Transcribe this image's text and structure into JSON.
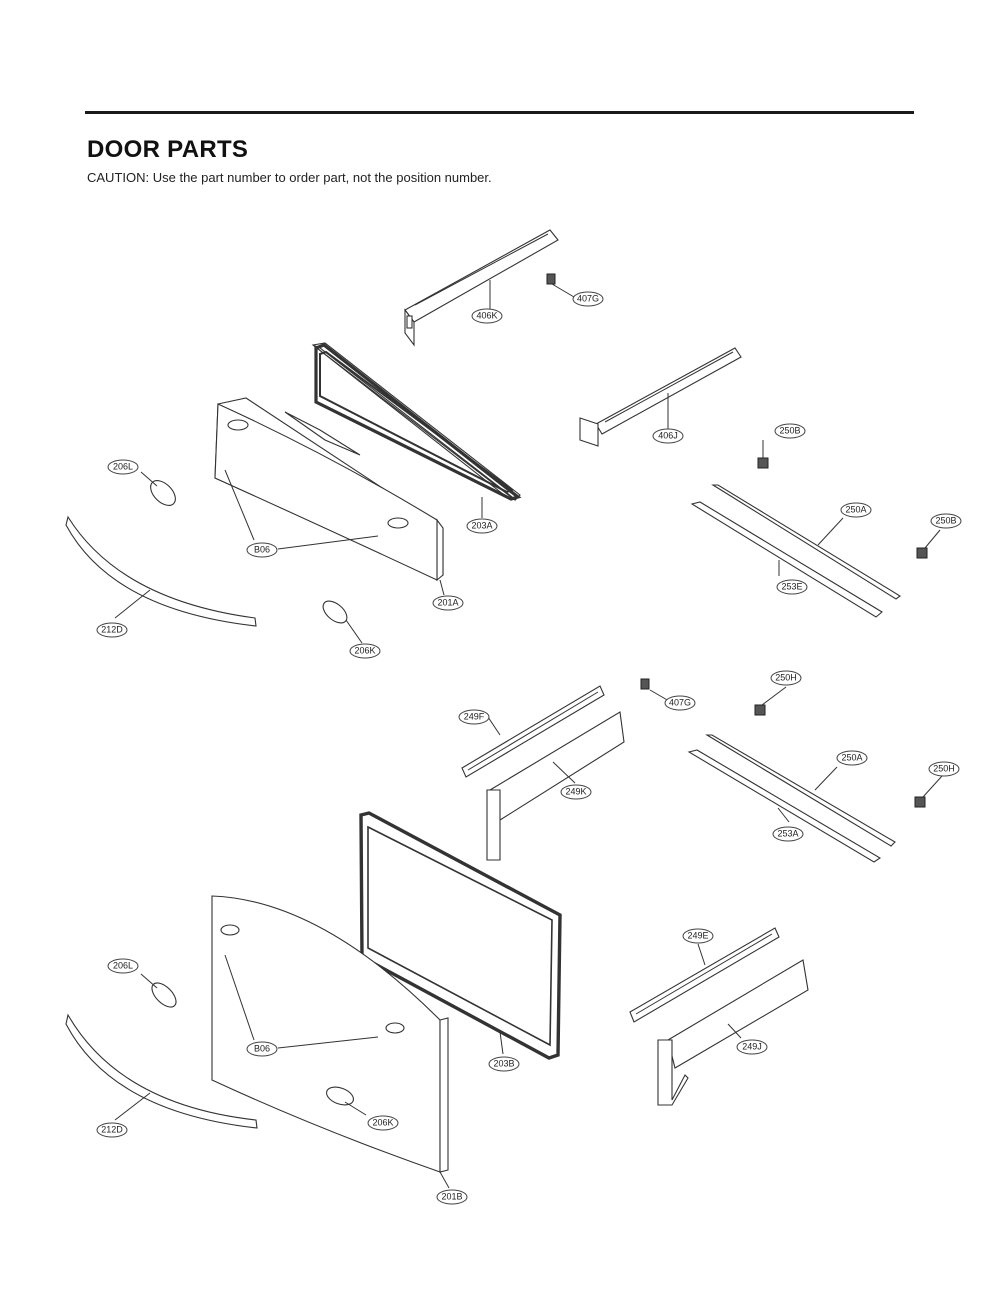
{
  "header": {
    "title": "DOOR PARTS",
    "caution": "CAUTION: Use the part number to order part, not the position number."
  },
  "callouts": [
    "406K",
    "407G",
    "406J",
    "250B",
    "250B",
    "250A",
    "253E",
    "206L",
    "203A",
    "B06",
    "201A",
    "212D",
    "206K",
    "407G",
    "250H",
    "249F",
    "249K",
    "250A",
    "250H",
    "253A",
    "249E",
    "249J",
    "206L",
    "B06",
    "203B",
    "212D",
    "206K",
    "201B"
  ]
}
